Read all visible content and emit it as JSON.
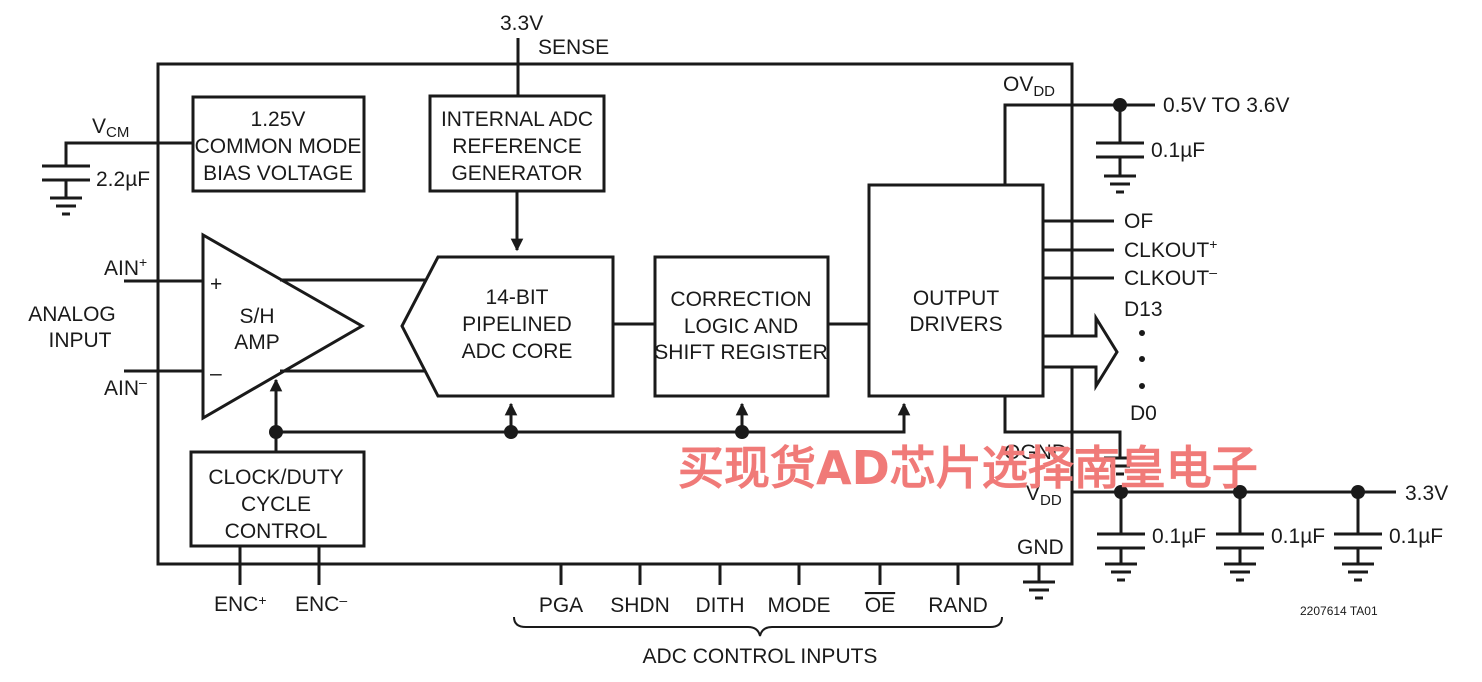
{
  "labels": {
    "supply_33v_top": "3.3V",
    "sense": "SENSE",
    "vcm_main": "V",
    "vcm_sub": "CM",
    "cap_vcm": "2.2µF",
    "ain_plus_main": "AIN",
    "ain_plus_sup": "+",
    "ain_minus_main": "AIN",
    "ain_minus_sup": "–",
    "analog_input_1": "ANALOG",
    "analog_input_2": "INPUT",
    "ovdd_main": "OV",
    "ovdd_sub": "DD",
    "ovdd_range": "0.5V TO 3.6V",
    "cap_ovdd": "0.1µF",
    "of": "OF",
    "clkout_plus_main": "CLKOUT",
    "clkout_plus_sup": "+",
    "clkout_minus_main": "CLKOUT",
    "clkout_minus_sup": "–",
    "d13": "D13",
    "d0": "D0",
    "ognd": "OGND",
    "vdd_main": "V",
    "vdd_sub": "DD",
    "supply_33v_right": "3.3V",
    "cap_vdd_1": "0.1µF",
    "cap_vdd_2": "0.1µF",
    "cap_vdd_3": "0.1µF",
    "gnd": "GND",
    "enc_plus_main": "ENC",
    "enc_plus_sup": "+",
    "enc_minus_main": "ENC",
    "enc_minus_sup": "–",
    "pga": "PGA",
    "shdn": "SHDN",
    "dith": "DITH",
    "mode": "MODE",
    "oe": "OE",
    "rand": "RAND",
    "adc_control_inputs": "ADC CONTROL INPUTS",
    "figure_ref": "2207614 TA01"
  },
  "blocks": {
    "bias": [
      "1.25V",
      "COMMON MODE",
      "BIAS VOLTAGE"
    ],
    "reference": [
      "INTERNAL ADC",
      "REFERENCE",
      "GENERATOR"
    ],
    "sh_amp": [
      "S/H",
      "AMP"
    ],
    "sh_plus": "+",
    "sh_minus": "–",
    "adc_core": [
      "14-BIT",
      "PIPELINED",
      "ADC CORE"
    ],
    "correction": [
      "CORRECTION",
      "LOGIC AND",
      "SHIFT REGISTER"
    ],
    "output_drivers": [
      "OUTPUT",
      "DRIVERS"
    ],
    "clock_duty": [
      "CLOCK/DUTY",
      "CYCLE",
      "CONTROL"
    ]
  },
  "watermark": "买现货AD芯片选择南皇电子",
  "colors": {
    "line": "#1a1a1a",
    "watermark": "#f07a78"
  }
}
